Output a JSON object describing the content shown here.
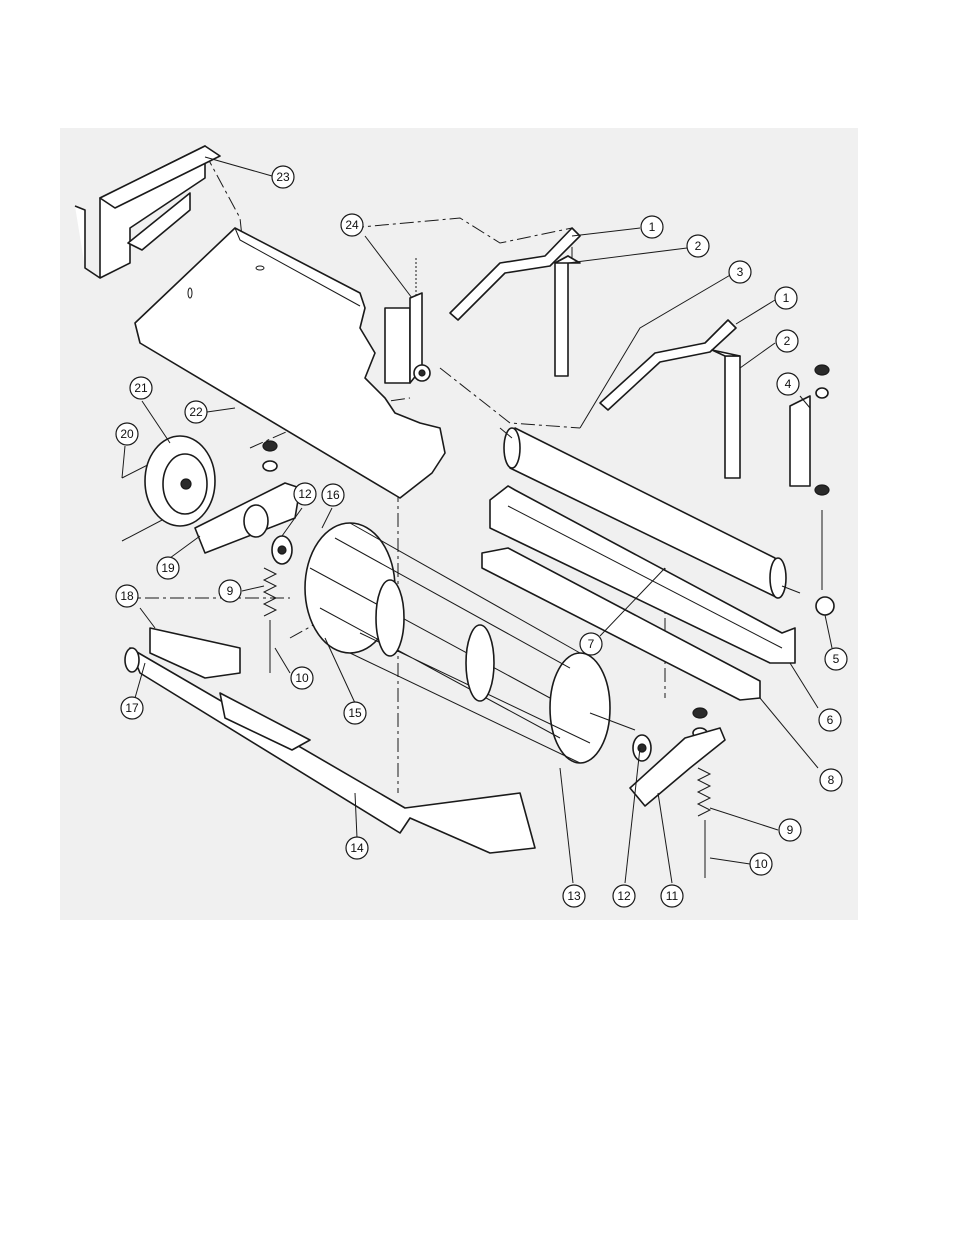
{
  "callouts": [
    {
      "id": "c23",
      "label": "23"
    },
    {
      "id": "c24",
      "label": "24"
    },
    {
      "id": "c1a",
      "label": "1"
    },
    {
      "id": "c2a",
      "label": "2"
    },
    {
      "id": "c3",
      "label": "3"
    },
    {
      "id": "c1b",
      "label": "1"
    },
    {
      "id": "c2b",
      "label": "2"
    },
    {
      "id": "c4",
      "label": "4"
    },
    {
      "id": "c21",
      "label": "21"
    },
    {
      "id": "c20",
      "label": "20"
    },
    {
      "id": "c22",
      "label": "22"
    },
    {
      "id": "c12a",
      "label": "12"
    },
    {
      "id": "c16",
      "label": "16"
    },
    {
      "id": "c19",
      "label": "19"
    },
    {
      "id": "c9a",
      "label": "9"
    },
    {
      "id": "c18",
      "label": "18"
    },
    {
      "id": "c10a",
      "label": "10"
    },
    {
      "id": "c17",
      "label": "17"
    },
    {
      "id": "c15",
      "label": "15"
    },
    {
      "id": "c7",
      "label": "7"
    },
    {
      "id": "c5",
      "label": "5"
    },
    {
      "id": "c6",
      "label": "6"
    },
    {
      "id": "c8",
      "label": "8"
    },
    {
      "id": "c9b",
      "label": "9"
    },
    {
      "id": "c10b",
      "label": "10"
    },
    {
      "id": "c14",
      "label": "14"
    },
    {
      "id": "c13",
      "label": "13"
    },
    {
      "id": "c12b",
      "label": "12"
    },
    {
      "id": "c11",
      "label": "11"
    }
  ],
  "colors": {
    "background": "#ffffff",
    "panel": "#f0f0f0",
    "ink": "#1a1a1a"
  }
}
